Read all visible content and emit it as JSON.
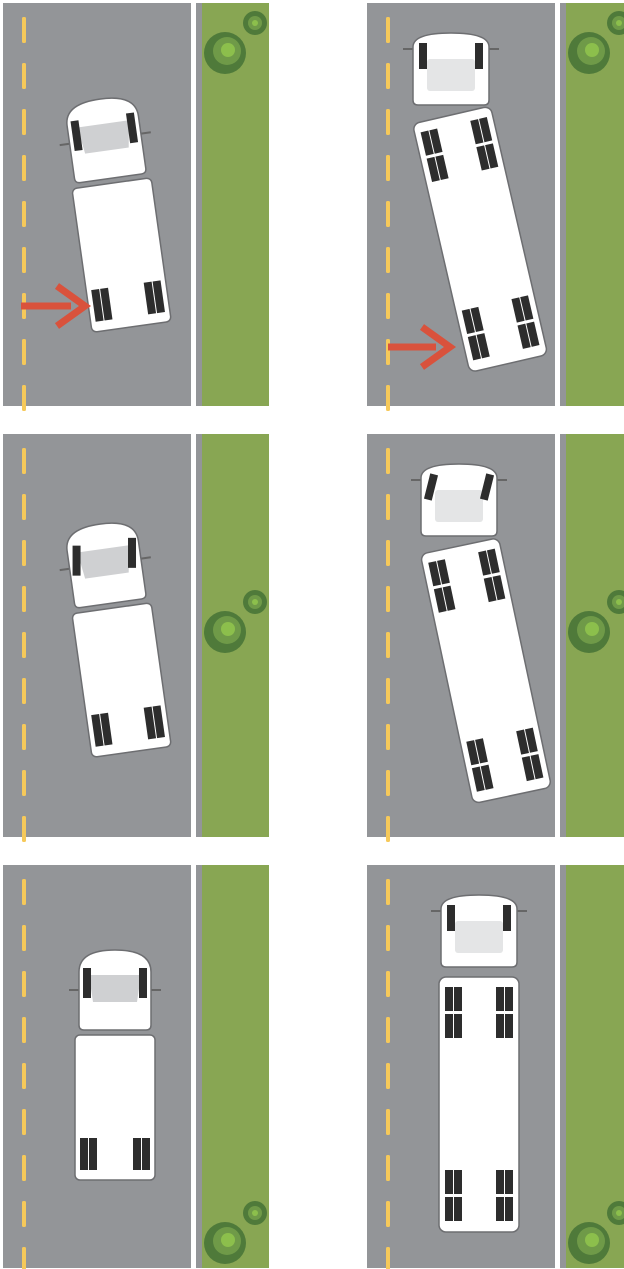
{
  "panels": [
    {
      "vehicle": "truck",
      "pose": "tilted-rear",
      "arrow": true,
      "shrubs": [
        "top"
      ]
    },
    {
      "vehicle": "bus",
      "pose": "tilted-rear",
      "arrow": true,
      "shrubs": [
        "top"
      ]
    },
    {
      "vehicle": "truck",
      "pose": "tilted-turn",
      "arrow": false,
      "shrubs": [
        "middle"
      ]
    },
    {
      "vehicle": "bus",
      "pose": "tilted-turn",
      "arrow": false,
      "shrubs": [
        "middle"
      ]
    },
    {
      "vehicle": "truck",
      "pose": "straight",
      "arrow": false,
      "shrubs": [
        "bottom"
      ]
    },
    {
      "vehicle": "bus",
      "pose": "straight",
      "arrow": false,
      "shrubs": [
        "bottom"
      ]
    }
  ],
  "colors": {
    "road": "#939598",
    "grass": "#88a653",
    "center_line": "#f6c95a",
    "edge_line": "#ffffff",
    "arrow": "#d9523c",
    "vehicle_body": "#ffffff",
    "vehicle_outline": "#6d6e71",
    "tire": "#2d2d2d",
    "windshield": "#cfd0d2",
    "shrub_dark": "#4f7a3a",
    "shrub_light": "#8cbf4c"
  },
  "icons": {
    "arrow": "right-arrow-icon",
    "shrub": "shrub-icon",
    "truck": "truck-icon",
    "bus": "bus-icon"
  }
}
